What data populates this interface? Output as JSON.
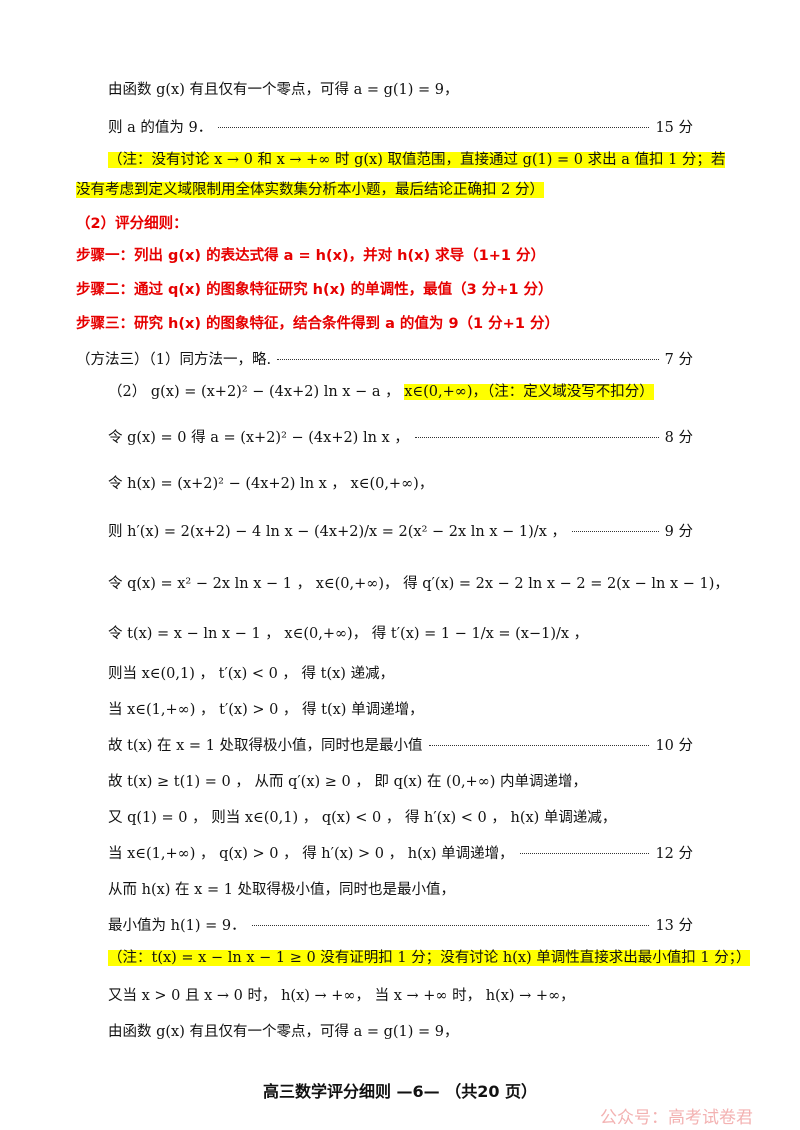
{
  "lines": [
    "由函数 g(x) 有且仅有一个零点，可得 a = g(1) = 9，",
    "则 a 的值为 9．",
    "15 分",
    "（注：没有讨论 x → 0 和 x → +∞ 时 g(x) 取值范围，直接通过 g(1) = 0 求出 a 值扣 1 分；若",
    "没有考虑到定义域限制用全体实数集分析本小题，最后结论正确扣 2 分）",
    "（2）评分细则：",
    "步骤一：列出 g(x) 的表达式得 a = h(x)，并对 h(x) 求导（1+1 分）",
    "步骤二：通过 q(x) 的图象特征研究 h(x) 的单调性，最值（3 分+1 分）",
    "步骤三：研究 h(x) 的图象特征，结合条件得到 a 的值为 9（1 分+1 分）",
    "（方法三）（1）同方法一，略.",
    "7 分",
    "（2） g(x) = (x+2)² − (4x+2) ln x − a ，",
    "x∈(0,+∞)，（注：定义域没写不扣分）",
    "令 g(x) = 0 得 a = (x+2)² − (4x+2) ln x ，",
    "8 分",
    "令 h(x) = (x+2)² − (4x+2) ln x ， x∈(0,+∞)，",
    "则 h′(x) = 2(x+2) − 4 ln x − (4x+2)/x = 2(x² − 2x ln x − 1)/x ，",
    "9 分",
    "令 q(x) = x² − 2x ln x − 1 ， x∈(0,+∞)， 得 q′(x) = 2x − 2 ln x − 2 = 2(x − ln x − 1)，",
    "令 t(x) = x − ln x − 1 ， x∈(0,+∞)， 得 t′(x) = 1 − 1/x = (x−1)/x ，",
    "则当 x∈(0,1) ， t′(x) < 0 ， 得 t(x) 递减，",
    "当 x∈(1,+∞) ， t′(x) > 0 ， 得 t(x) 单调递增，",
    "故 t(x) 在 x = 1 处取得极小值，同时也是最小值",
    "10 分",
    "故 t(x) ≥ t(1) = 0 ， 从而 q′(x) ≥ 0 ， 即 q(x) 在 (0,+∞) 内单调递增，",
    "又 q(1) = 0 ， 则当 x∈(0,1) ， q(x) < 0 ， 得 h′(x) < 0 ， h(x) 单调递减，",
    "当 x∈(1,+∞) ， q(x) > 0 ， 得 h′(x) > 0 ， h(x) 单调递增，",
    "12 分",
    "从而 h(x) 在 x = 1 处取得极小值，同时也是最小值，",
    "最小值为 h(1) = 9．",
    "13 分",
    "（注：t(x) = x − ln x − 1 ≥ 0 没有证明扣 1 分；没有讨论 h(x) 单调性直接求出最小值扣 1 分；）",
    "又当 x > 0 且 x → 0 时， h(x) → +∞， 当 x → +∞ 时， h(x) → +∞，",
    "由函数 g(x) 有且仅有一个零点，可得 a = g(1) = 9，"
  ],
  "footer": "高三数学评分细则 —6— （共20 页）",
  "watermark": "公众号：高考试卷君",
  "colors": {
    "highlight": "#ffff00",
    "step_red": "#e60000"
  }
}
